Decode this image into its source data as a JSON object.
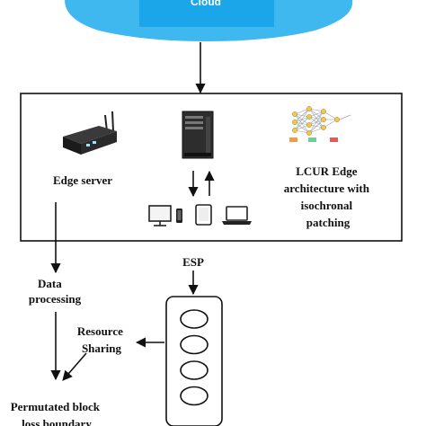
{
  "colors": {
    "cloud_outer": "#3fb8f0",
    "cloud_inner": "#1aa6e8",
    "line": "#111111",
    "nn_node": "#f2c94c",
    "nn_edge": "#9aa0a6",
    "nn_block_1": "#f2994a",
    "nn_block_2": "#6fcf97",
    "nn_block_3": "#eb5757"
  },
  "cloud": {
    "label": "Cloud"
  },
  "edge_box": {
    "edge_server_label": "Edge server",
    "architecture_label": [
      "LCUR Edge",
      "architecture with",
      "isochronal",
      "patching"
    ]
  },
  "icons": [
    "edge-server-icon",
    "tower-pc-icon",
    "neural-network-icon",
    "monitor-icon",
    "smartphone-icon",
    "tablet-icon",
    "laptop-icon"
  ],
  "esp": {
    "label": "ESP",
    "slot_count": 4
  },
  "flow": {
    "data_processing": [
      "Data",
      "processing"
    ],
    "resource_sharing": [
      "Resource",
      "Sharing"
    ],
    "permutated_block": [
      "Permutated block",
      "loss boundary"
    ]
  }
}
